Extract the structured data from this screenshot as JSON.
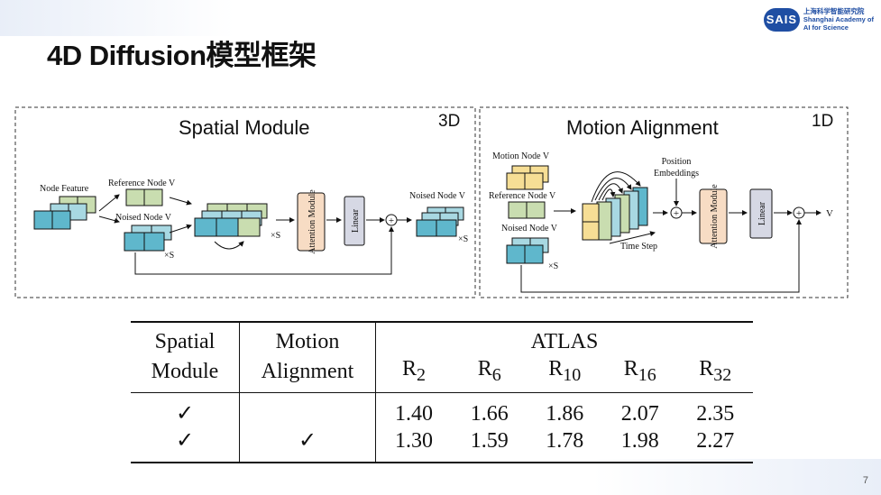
{
  "slide": {
    "title": "4D Diffusion模型框架",
    "page_number": "7"
  },
  "logo": {
    "abbr": "SAIS",
    "line1": "上海科学智能研究院",
    "line2": "Shanghai Academy of",
    "line3": "AI for Science"
  },
  "figure": {
    "left": {
      "title": "Spatial Module",
      "dim": "3D",
      "node_feature": "Node Feature",
      "reference_node": "Reference Node V",
      "noised_node": "Noised Node V",
      "attention": "Attention Module",
      "linear": "Linear",
      "output": "Noised Node V",
      "times_s1": "×S",
      "times_s2": "×S",
      "times_s3": "×S",
      "plus": "+"
    },
    "right": {
      "title": "Motion Alignment",
      "dim": "1D",
      "motion_node": "Motion Node V",
      "reference_node": "Reference Node V",
      "noised_node": "Noised Node V",
      "position1": "Position",
      "position2": "Embeddings",
      "time_step": "Time Step",
      "attention": "Attention Module",
      "linear": "Linear",
      "output": "V",
      "times_s": "×S",
      "plus": "+"
    }
  },
  "table": {
    "h_spatial_1": "Spatial",
    "h_spatial_2": "Module",
    "h_motion_1": "Motion",
    "h_motion_2": "Alignment",
    "h_atlas": "ATLAS",
    "r_prefix": "R",
    "r_subs": [
      "2",
      "6",
      "10",
      "16",
      "32"
    ],
    "rows": [
      {
        "spatial": "✓",
        "motion": "",
        "values": [
          "1.40",
          "1.66",
          "1.86",
          "2.07",
          "2.35"
        ]
      },
      {
        "spatial": "✓",
        "motion": "✓",
        "values": [
          "1.30",
          "1.59",
          "1.78",
          "1.98",
          "2.27"
        ]
      }
    ]
  },
  "colors": {
    "teal": "#5fb7cc",
    "teal_light": "#a8d8e2",
    "green": "#c9ddb0",
    "yellow": "#f6de95",
    "peach": "#f7dcc4",
    "linear_gray": "#d6d8e4",
    "logo_blue": "#1f4ea3"
  }
}
